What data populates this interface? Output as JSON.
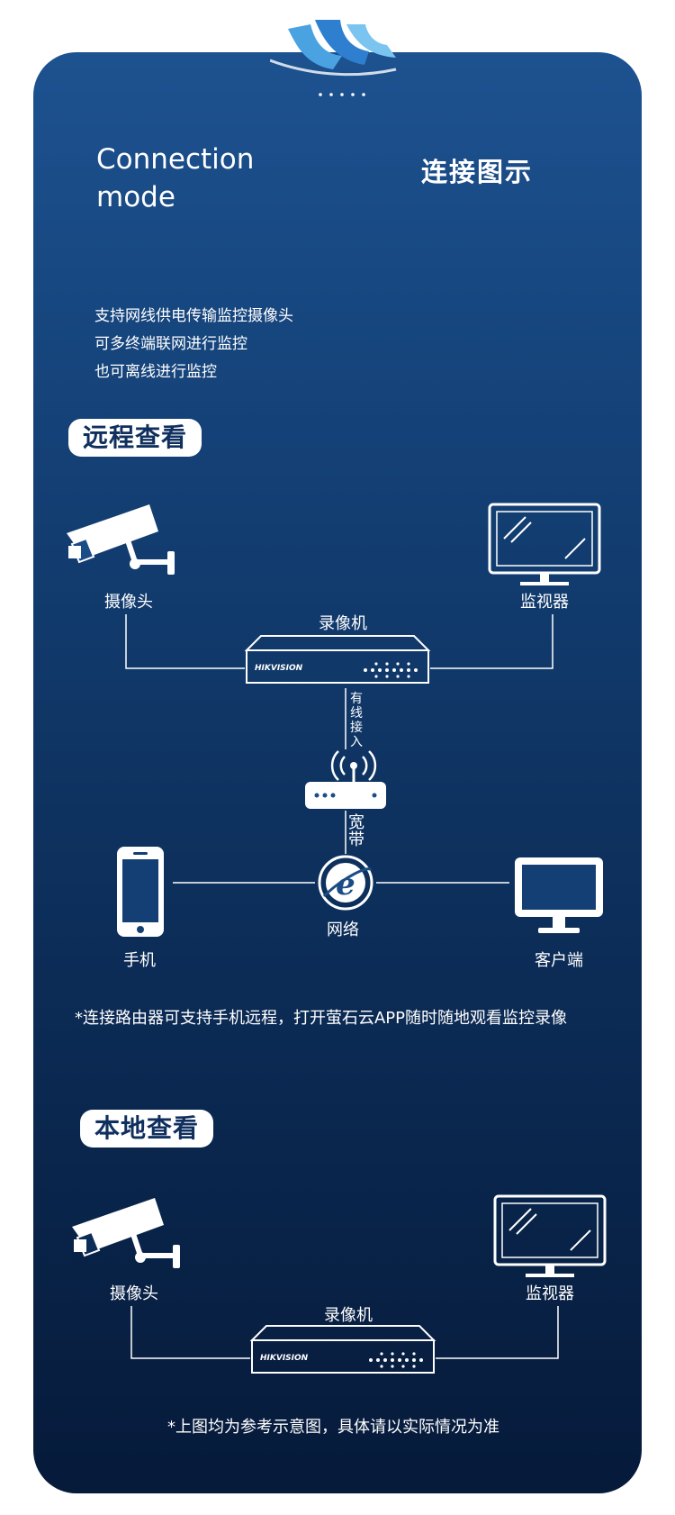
{
  "header": {
    "title_en_line1": "Connection",
    "title_en_line2": "mode",
    "title_cn": "连接图示"
  },
  "description": [
    "支持网线供电传输监控摄像头",
    "可多终端联网进行监控",
    "也可离线进行监控"
  ],
  "remote": {
    "badge": "远程查看",
    "camera_label": "摄像头",
    "monitor_label": "监视器",
    "nvr_label": "录像机",
    "nvr_brand": "HIKVISION",
    "wired_label": [
      "有",
      "线",
      "接",
      "入"
    ],
    "broadband_label": [
      "宽",
      "带"
    ],
    "network_label": "网络",
    "phone_label": "手机",
    "client_label": "客户端",
    "note": "*连接路由器可支持手机远程，打开萤石云APP随时随地观看监控录像"
  },
  "local": {
    "badge": "本地查看",
    "camera_label": "摄像头",
    "monitor_label": "监视器",
    "nvr_label": "录像机",
    "nvr_brand": "HIKVISION",
    "note": "*上图均为参考示意图，具体请以实际情况为准"
  },
  "colors": {
    "card_top": "#1d5290",
    "card_bottom": "#061a3a",
    "badge_text": "#0f2f5e",
    "line": "#ffffff"
  }
}
